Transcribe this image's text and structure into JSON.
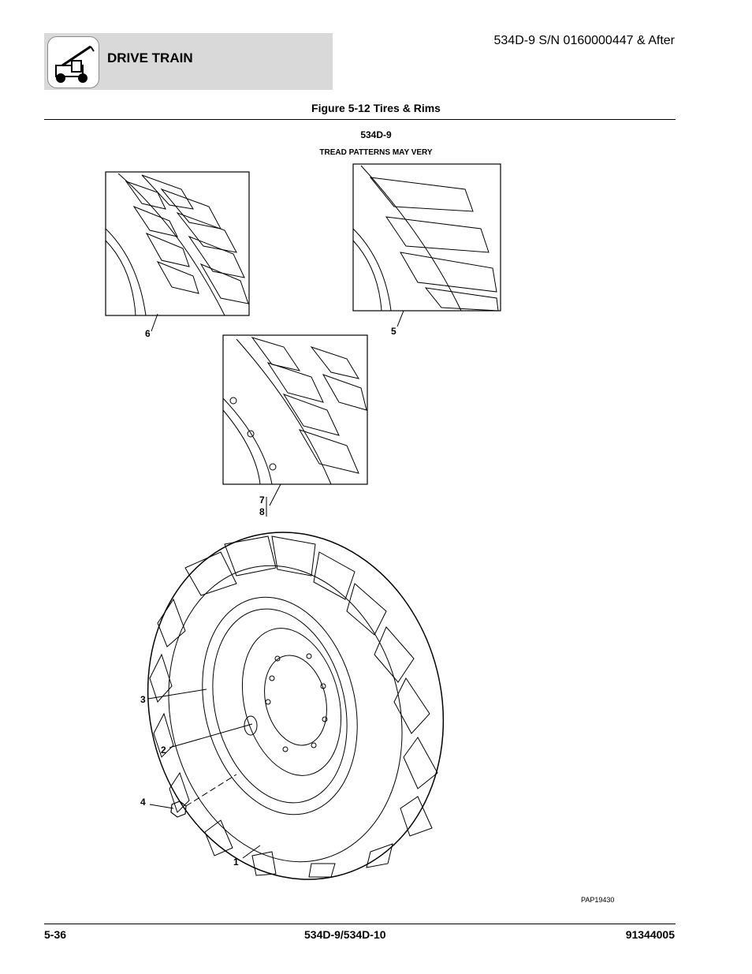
{
  "header": {
    "section_title": "DRIVE TRAIN",
    "serial_range": "534D-9 S/N 0160000447 & After",
    "icon": "telehandler-icon"
  },
  "figure": {
    "title": "Figure 5-12 Tires & Rims",
    "model": "534D-9",
    "note": "TREAD PATTERNS MAY VERY",
    "image_code": "PAP19430"
  },
  "callouts": {
    "c1": "1",
    "c2": "2",
    "c3": "3",
    "c4": "4",
    "c5": "5",
    "c6": "6",
    "c7": "7",
    "c8": "8"
  },
  "footer": {
    "page": "5-36",
    "models": "534D-9/534D-10",
    "doc_number": "91344005"
  }
}
